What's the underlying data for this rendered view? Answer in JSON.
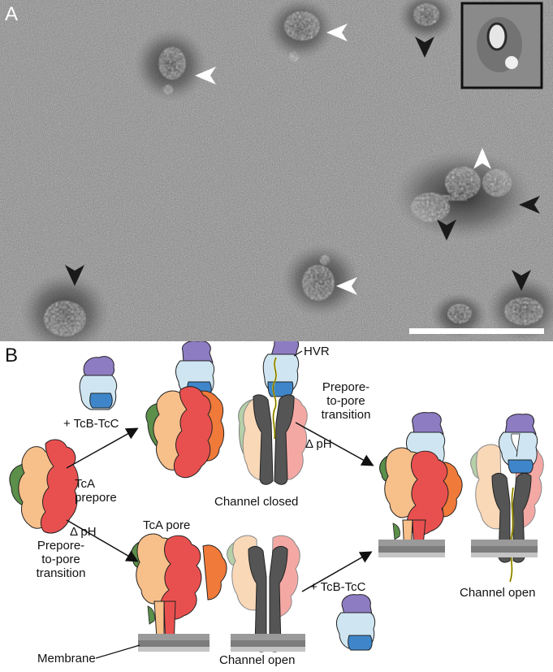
{
  "figure": {
    "panel_a": {
      "letter": "A",
      "arrowhead_colors": {
        "white": "#ffffff",
        "black": "#1a1a1a"
      }
    },
    "panel_b": {
      "letter": "B",
      "labels": {
        "tcb_tcc_1": "+ TcB-TcC",
        "tca_prepore": "TcA\nprepore",
        "tca_prepore_l1": "TcA",
        "tca_prepore_l2": "prepore",
        "delta_ph_1": "Δ pH",
        "transition_1_l1": "Prepore-",
        "transition_1_l2": "to-pore",
        "transition_1_l3": "transition",
        "tca_pore": "TcA pore",
        "membrane": "Membrane",
        "channel_open_1": "Channel open",
        "hvr": "HVR",
        "channel_closed": "Channel closed",
        "transition_2_l1": "Prepore-",
        "transition_2_l2": "to-pore",
        "transition_2_l3": "transition",
        "delta_ph_2": "Δ pH",
        "tcb_tcc_2": "+ TcB-TcC",
        "channel_open_2": "Channel open"
      },
      "colors": {
        "tca_red": "#e8504f",
        "tca_orange": "#f07a3a",
        "tca_peach": "#f7bf8a",
        "tca_green": "#5b8f4a",
        "tca_yellow": "#f3e39a",
        "tcb_lightblue": "#cfe6f2",
        "tcc_purple": "#8e7cc3",
        "tcc_blue": "#3e86c9",
        "channel_gray": "#555555",
        "membrane_gray": "#9a9a9a",
        "membrane_dark": "#7c7c7c"
      }
    }
  }
}
